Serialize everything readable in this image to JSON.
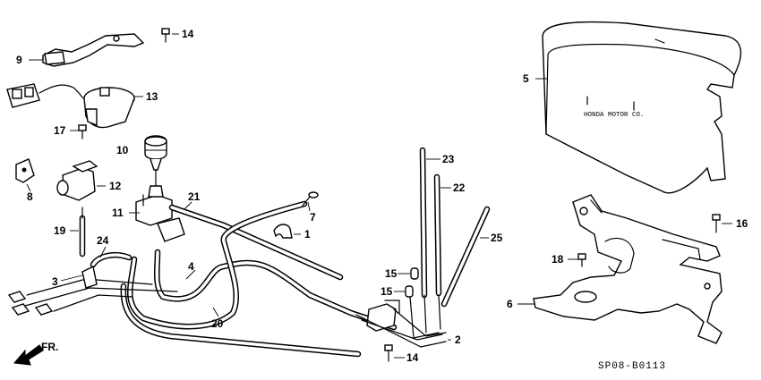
{
  "callouts": {
    "c1": "1",
    "c2": "2",
    "c3": "3",
    "c4": "4",
    "c5": "5",
    "c6": "6",
    "c7": "7",
    "c8": "8",
    "c9": "9",
    "c10": "10",
    "c11": "11",
    "c12": "12",
    "c13": "13",
    "c14a": "14",
    "c14b": "14",
    "c15a": "15",
    "c15b": "15",
    "c16": "16",
    "c17": "17",
    "c18": "18",
    "c19": "19",
    "c20": "20",
    "c21": "21",
    "c22": "22",
    "c23": "23",
    "c24": "24",
    "c25": "25"
  },
  "cover_stamp": "HONDA MOTOR CO.",
  "front_label": "FR.",
  "diagram_code": "SP08-B0113"
}
